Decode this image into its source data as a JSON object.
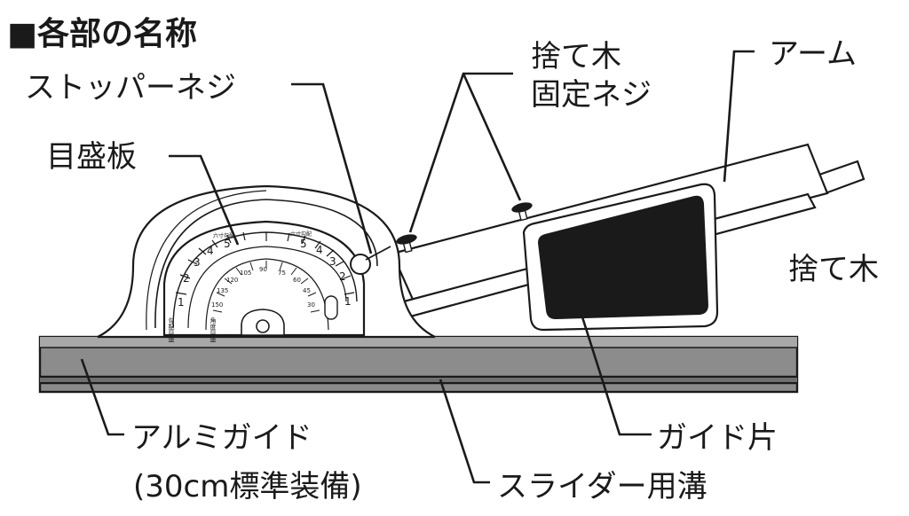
{
  "title": "■各部の名称",
  "labels": {
    "stopper_screw": "ストッパーネジ",
    "scale_plate": "目盛板",
    "fence_screw_line1": "捨て木",
    "fence_screw_line2": "固定ネジ",
    "arm": "アーム",
    "fence_wood": "捨て木",
    "guide_piece": "ガイド片",
    "aluminum_guide_line1": "アルミガイド",
    "aluminum_guide_line2": "(30cm標準装備)",
    "slider_groove": "スライダー用溝"
  },
  "scale": {
    "outer_numbers": [
      "1",
      "2",
      "3",
      "4",
      "5",
      "5",
      "4",
      "3",
      "2",
      "1"
    ],
    "inner_numbers": [
      "150",
      "135",
      "120",
      "105",
      "90",
      "75",
      "60",
      "45",
      "30"
    ],
    "caption_right": "角度目盛",
    "caption_left": "勾配目盛",
    "top_caption_left": "六寸勾配",
    "top_caption_right": "六寸勾配"
  },
  "colors": {
    "ink": "#1a1a1a",
    "guide_fill": "#8c8c8c",
    "guide_highlight": "#a8a8a8",
    "fence_fill": "#1a1a1a",
    "body_fill": "#ffffff"
  }
}
